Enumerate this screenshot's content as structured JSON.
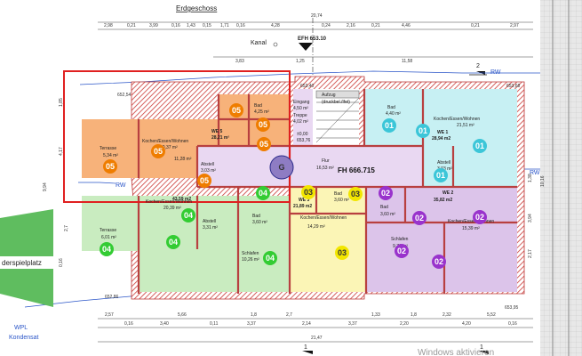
{
  "page_title": "Erdgeschoss",
  "street": "Kanal",
  "efh": "EFH 653.10",
  "rw": "RW",
  "ffh": "FH 666.715",
  "neighbor": "derspielplatz",
  "wpl": "WPL",
  "kondensat": "Kondensat",
  "watermark": "Windows aktivieren",
  "section_marks": {
    "top": "2",
    "bottom_left": "1",
    "bottom_right": "1"
  },
  "levels": {
    "l1": "652,54",
    "l2": "653,40",
    "l3": "653,68",
    "l4": "652,86",
    "l5": "653,95",
    "l6": "±0,00",
    "l7": "653,76"
  },
  "top_dims": {
    "d1": "2,98",
    "d2": "0,21",
    "d3": "3,99",
    "d4": "0,16",
    "d5": "1,43",
    "d6": "0,15",
    "d7": "1,71",
    "d8": "0,16",
    "d9": "4,28",
    "d10": "0,24",
    "d11": "2,16",
    "d12": "0,21",
    "d13": "4,46",
    "d14": "0,21",
    "d15": "2,97",
    "overall": "20,74",
    "left": "3,83",
    "mid": "1,25",
    "right": "11,58"
  },
  "bottom_dims": {
    "d1": "2,57",
    "d2": "5,66",
    "d3": "1,8",
    "d4": "2,7",
    "d5": "1,33",
    "d6": "1,8",
    "d7": "2,32",
    "d8": "5,52",
    "e1": "0,16",
    "e2": "3,40",
    "e3": "0,11",
    "e4": "3,37",
    "e5": "2,14",
    "e6": "3,37",
    "e7": "2,20",
    "e8": "4,20",
    "e9": "0,16",
    "overall": "21,47"
  },
  "side_dims": {
    "left1": "1,85",
    "left2": "4,17",
    "left3": "9,94",
    "left4": "2,7",
    "left5": "0,16",
    "right1": "1,38",
    "right2": "10,16",
    "right3": "3,94",
    "right4": "2,17"
  },
  "rooms": {
    "we5": {
      "label": "WE 5",
      "area": "28,21 m²"
    },
    "we1": {
      "label": "WE 1",
      "area": "28,94 m2"
    },
    "we2": {
      "label": "WE 2",
      "area": "35,82 m2"
    },
    "we3": {
      "label": "WE 3",
      "area": "21,89 m2"
    },
    "we4": {
      "label": "43,59 m2"
    },
    "terr5": {
      "name": "Terrasse",
      "area": "5,34 m²"
    },
    "terr4": {
      "name": "Terrasse",
      "area": "6,01 m²"
    },
    "kew5": {
      "name": "Kochen/Essen/Wohnen",
      "area": "10,37 m²"
    },
    "kew4": {
      "name": "Kochen/Essen/Wohnen",
      "area": "20,39 m²"
    },
    "kew1": {
      "name": "Kochen/Essen/Wohnen",
      "area": "21,51 m²"
    },
    "kew2": {
      "name": "Kochen/Essen/Wohnen",
      "area": "15,39 m²"
    },
    "kew3": {
      "name": "Kochen/Essen/Wohnen",
      "area": "14,29 m²"
    },
    "bad5": {
      "name": "Bad",
      "area": "4,25 m²"
    },
    "bad1": {
      "name": "Bad",
      "area": "4,40 m²"
    },
    "bad4": {
      "name": "Bad",
      "area": "3,60 m²"
    },
    "bad3": {
      "name": "Bad",
      "area": "3,60 m²"
    },
    "bad2": {
      "name": "Bad",
      "area": "3,60 m²"
    },
    "abst5": {
      "name": "Abstell",
      "area": "3,03 m²"
    },
    "abst1": {
      "name": "Abstell",
      "area": "3,03 m²"
    },
    "abst4": {
      "name": "Abstell",
      "area": "3,31 m²"
    },
    "schl4": {
      "name": "Schlafen",
      "area": "10,26 m²"
    },
    "schl2": {
      "name": "Schlafen",
      "area": "9,71 m²"
    },
    "flur": {
      "name": "Flur",
      "area": "16,53 m²"
    },
    "eingang": {
      "name": "Eingang",
      "area": "4,50 m²"
    },
    "treppe": {
      "name": "Treppe",
      "area": "4,02 m²"
    },
    "aufzug": {
      "name": "Aufzug",
      "note": "(druckbel./Ifet)"
    },
    "w1": {
      "area": "11,28 m²"
    }
  },
  "bubbles": [
    {
      "label": "05",
      "color": "#ef7d00"
    },
    {
      "label": "05",
      "color": "#ef7d00"
    },
    {
      "label": "05",
      "color": "#ef7d00"
    },
    {
      "label": "05",
      "color": "#ef7d00"
    },
    {
      "label": "05",
      "color": "#ef7d00"
    },
    {
      "label": "05",
      "color": "#ef7d00"
    },
    {
      "label": "G",
      "color": "#8e7cc3"
    },
    {
      "label": "G",
      "color": "#8e7cc3"
    },
    {
      "label": "01",
      "color": "#3cc6d8"
    },
    {
      "label": "01",
      "color": "#3cc6d8"
    },
    {
      "label": "01",
      "color": "#3cc6d8"
    },
    {
      "label": "01",
      "color": "#3cc6d8"
    },
    {
      "label": "04",
      "color": "#33cc33"
    },
    {
      "label": "04",
      "color": "#33cc33"
    },
    {
      "label": "04",
      "color": "#33cc33"
    },
    {
      "label": "04",
      "color": "#33cc33"
    },
    {
      "label": "04",
      "color": "#33cc33"
    },
    {
      "label": "04",
      "color": "#33cc33"
    },
    {
      "label": "03",
      "color": "#f2e600"
    },
    {
      "label": "03",
      "color": "#f2e600"
    },
    {
      "label": "03",
      "color": "#f2e600"
    },
    {
      "label": "02",
      "color": "#9933cc"
    },
    {
      "label": "02",
      "color": "#9933cc"
    },
    {
      "label": "02",
      "color": "#9933cc"
    },
    {
      "label": "02",
      "color": "#9933cc"
    },
    {
      "label": "02",
      "color": "#9933cc"
    }
  ],
  "colors": {
    "we5": "#f7b27a",
    "we1": "#c7f0f3",
    "we2": "#dcc4ea",
    "we3": "#fbf5b6",
    "we4": "#c9ecc0",
    "gen": "#e9d8f2",
    "wall": "#d9534f",
    "highlight": "#e02020",
    "park": "#5fbd5f",
    "blue": "#2a55c8"
  }
}
